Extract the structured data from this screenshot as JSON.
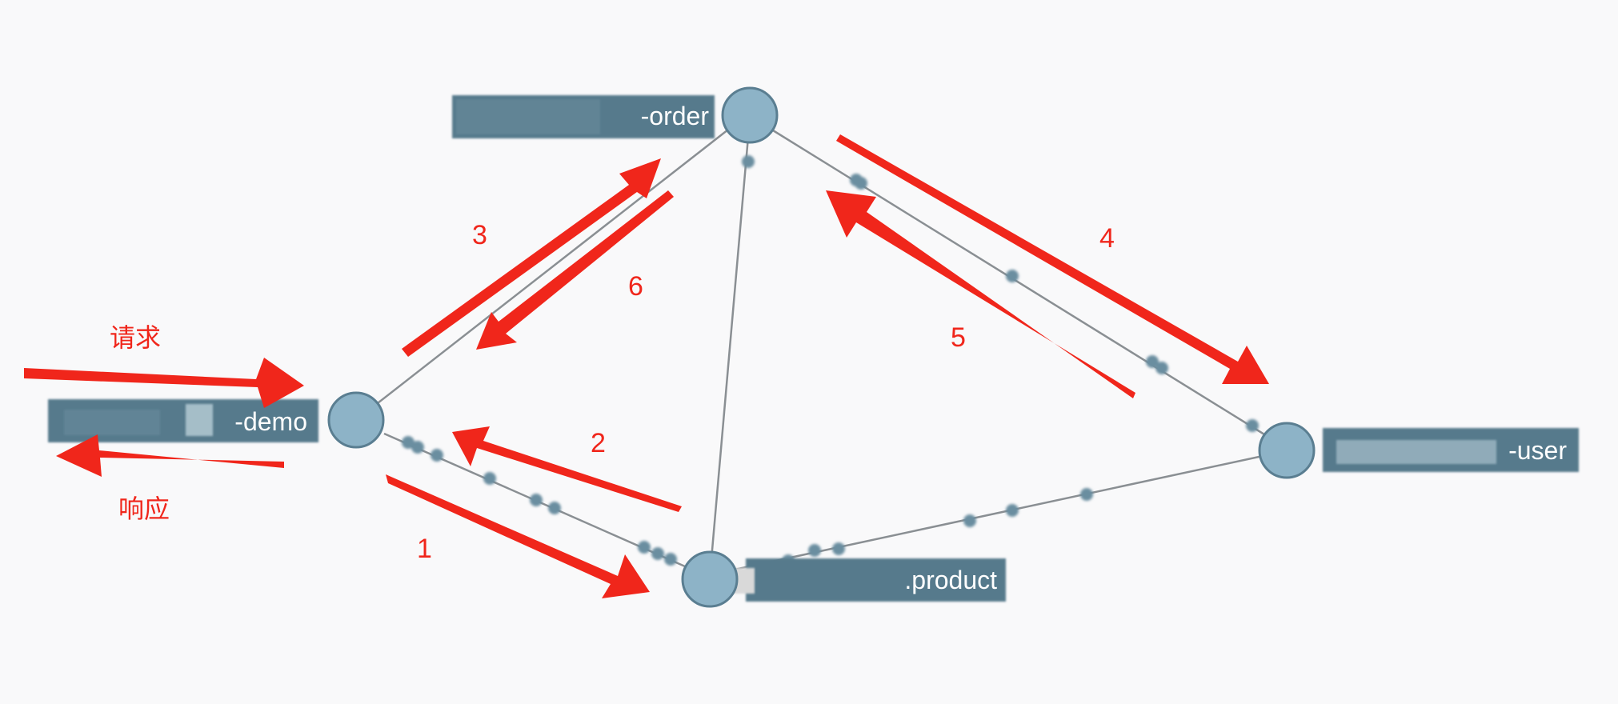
{
  "colors": {
    "background": "#f9f9fa",
    "node_fill": "#8db3c7",
    "node_stroke": "#5a7e91",
    "label_bg": "#567a8c",
    "edge": "#8a8f93",
    "edge_dot": "#6a8ea0",
    "arrow": "#f0261b"
  },
  "nodes": {
    "order": {
      "label_visible": "-order"
    },
    "demo": {
      "label_visible": "-demo"
    },
    "product": {
      "label_visible": ".product"
    },
    "user": {
      "label_visible": "-user"
    }
  },
  "flow": {
    "request_label": "请求",
    "response_label": "响应",
    "steps": {
      "s1": "1",
      "s2": "2",
      "s3": "3",
      "s4": "4",
      "s5": "5",
      "s6": "6"
    }
  }
}
